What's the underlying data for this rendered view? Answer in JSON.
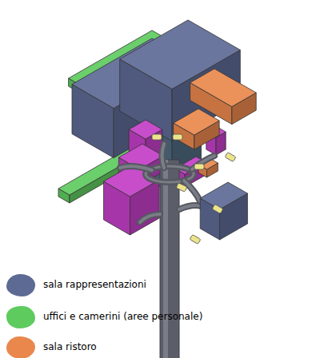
{
  "diagram": {
    "legend": [
      {
        "text": "sala rappresentazioni",
        "color": "#5d6a94"
      },
      {
        "text": "uffici e camerini (aree personale)",
        "color": "#5ecb5e"
      },
      {
        "text": "sala ristoro",
        "color": "#e9874c"
      }
    ]
  }
}
